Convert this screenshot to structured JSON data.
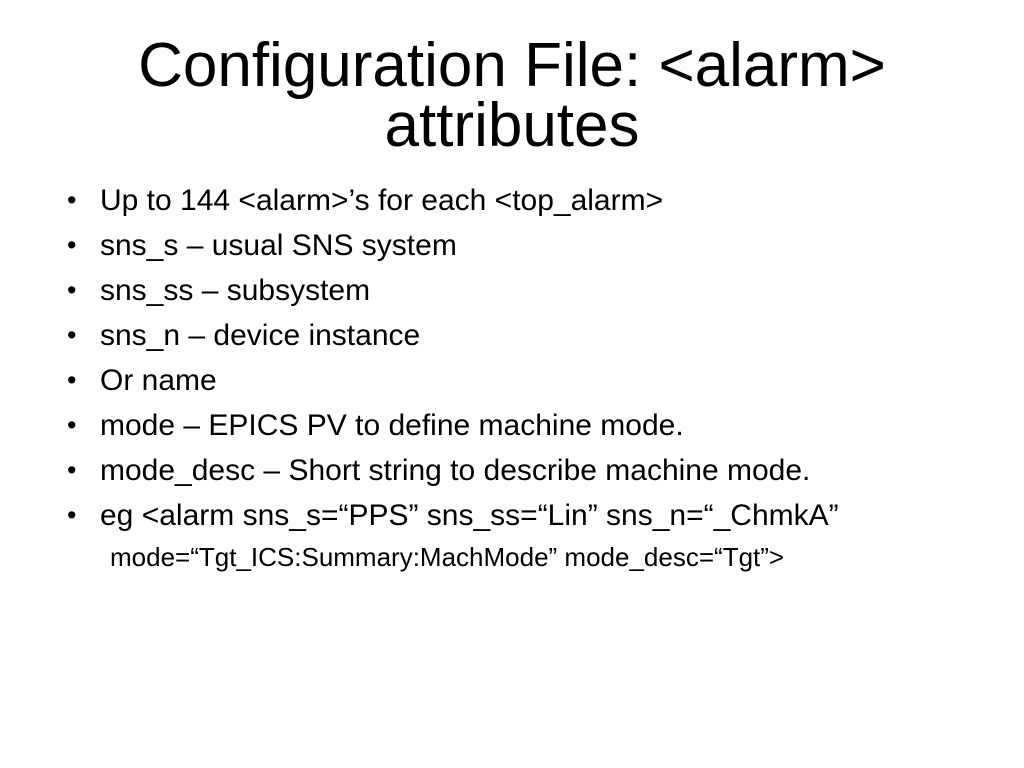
{
  "slide": {
    "title": {
      "lines": [
        "Configuration File: <alarm>",
        "attributes"
      ]
    },
    "bullets": [
      {
        "text": "Up to 144 <alarm>’s for each <top_alarm>"
      },
      {
        "text": "sns_s – usual SNS system"
      },
      {
        "text": "sns_ss – subsystem"
      },
      {
        "text": "sns_n – device instance"
      },
      {
        "text": "Or name"
      },
      {
        "text": "mode – EPICS PV to define machine mode."
      },
      {
        "text": "mode_desc – Short string to describe machine mode."
      },
      {
        "text": "eg <alarm sns_s=“PPS” sns_ss=“Lin” sns_n=“_ChmkA”",
        "continuation": "mode=“Tgt_ICS:Summary:MachMode” mode_desc=“Tgt”>"
      }
    ],
    "colors": {
      "background": "#ffffff",
      "text": "#000000"
    }
  }
}
